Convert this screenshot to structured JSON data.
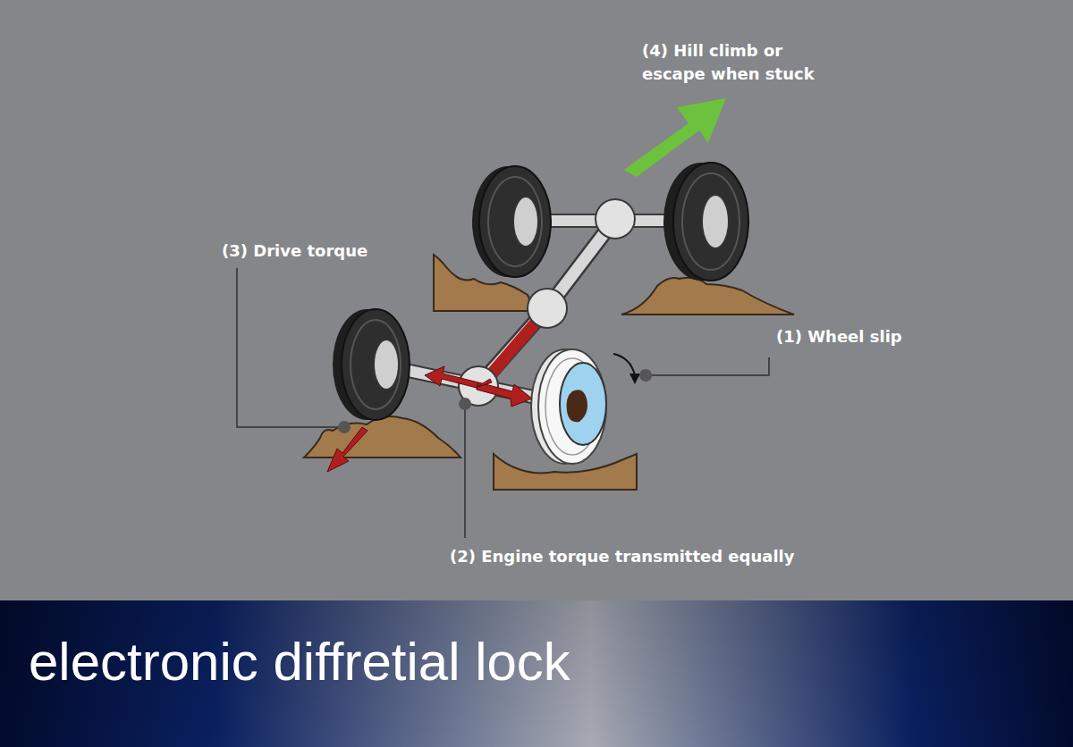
{
  "diagram": {
    "title": "electronic diffretial lock",
    "labels": [
      "(4) Hill climb or escape when stuck",
      "(3) Drive torque",
      "(1) Wheel slip",
      "(2) Engine torque transmitted equally"
    ]
  }
}
